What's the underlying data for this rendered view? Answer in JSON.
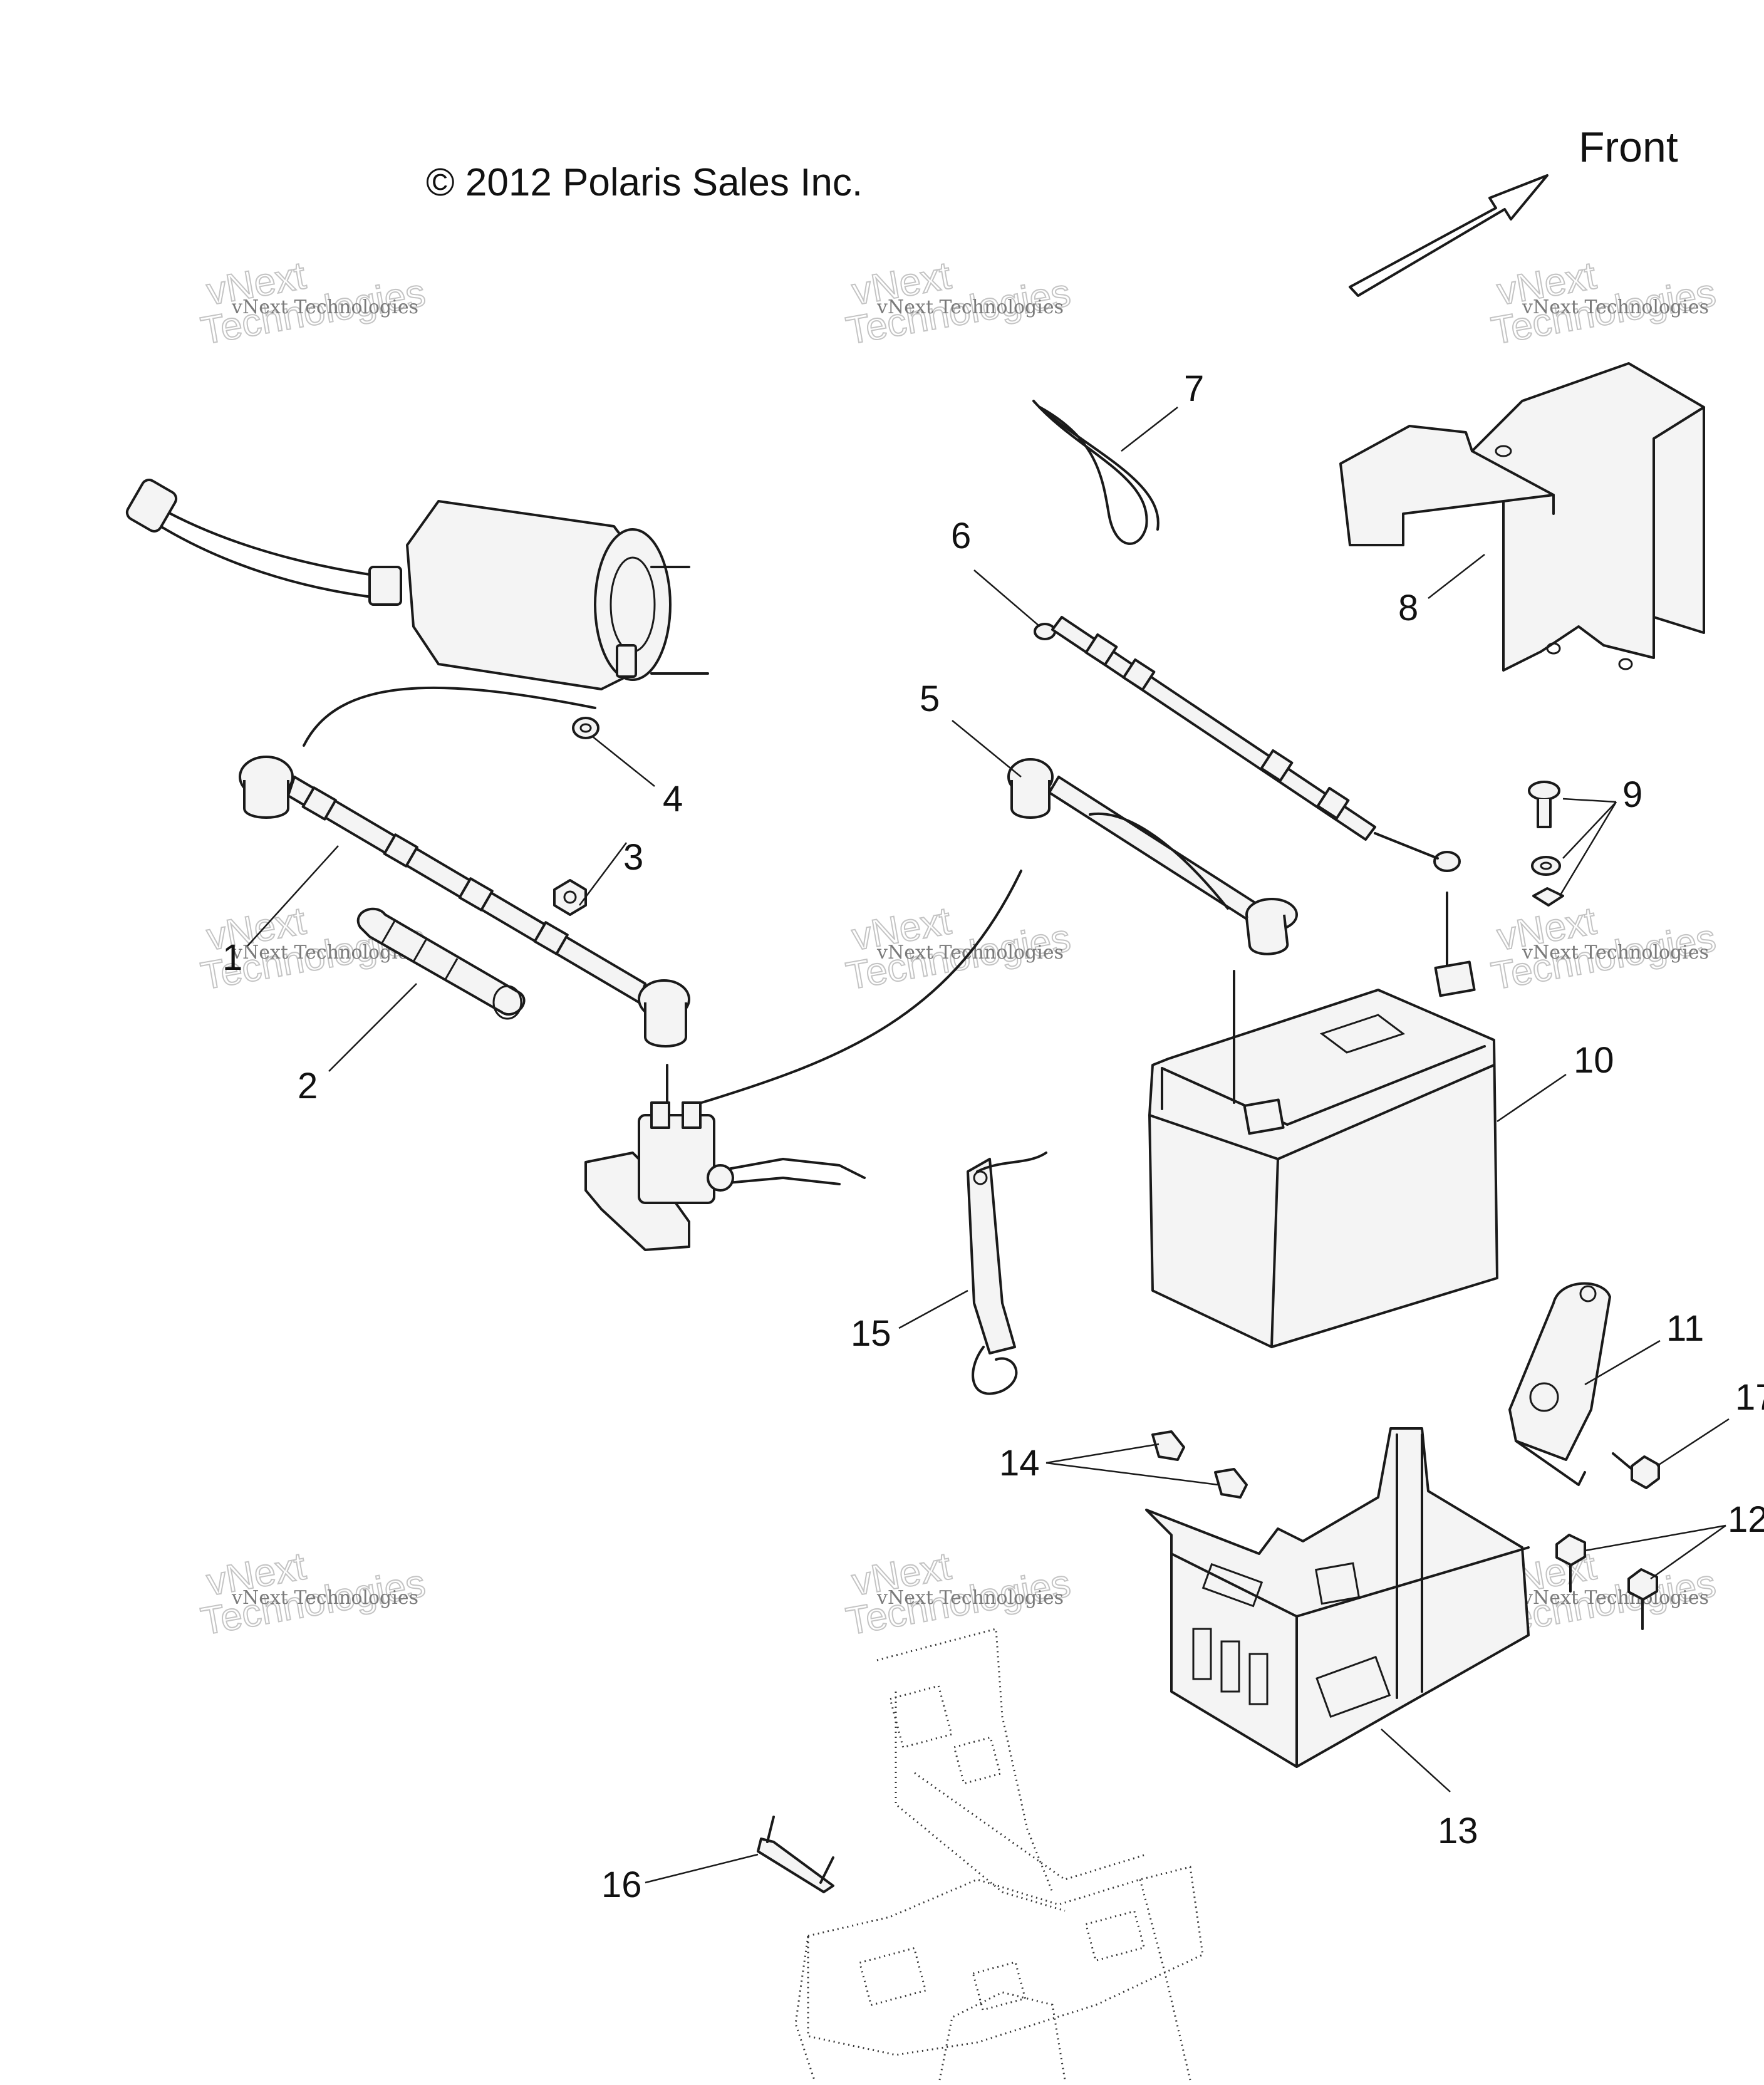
{
  "copyright": "© 2012 Polaris Sales Inc.",
  "direction_label": "Front",
  "watermark": {
    "line1": "vNext Technologies",
    "line2": "vNext",
    "line3": "Technologies"
  },
  "callouts": [
    "1",
    "2",
    "3",
    "4",
    "5",
    "6",
    "7",
    "8",
    "9",
    "10",
    "11",
    "12",
    "13",
    "14",
    "15",
    "16",
    "17"
  ]
}
